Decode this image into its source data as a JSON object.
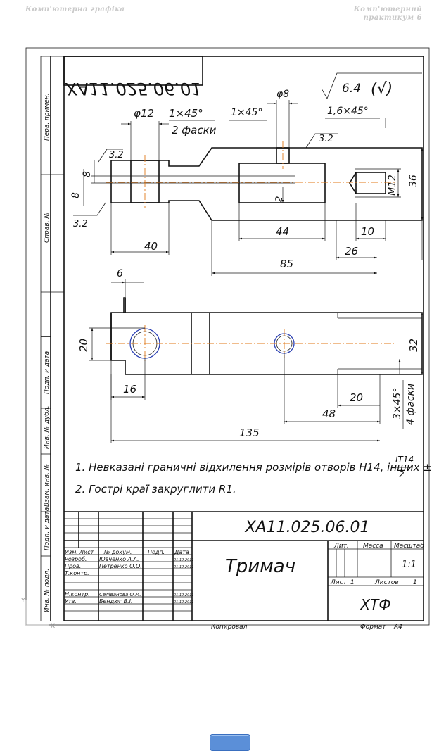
{
  "header": {
    "left": "Комп'ютерна графіка",
    "right_line1": "Комп'ютерний",
    "right_line2": "практикум 6"
  },
  "drawing": {
    "code_mirrored": "ХА11.025.06.01",
    "code": "ХА11.025.06.01",
    "roughness": "6.4",
    "part_name": "Тримач",
    "notes": [
      "1. Невказані граничні відхилення розмірів отворів Н14, інших ±",
      "2. Гострі краї закруглити R1."
    ],
    "note_frac_num": "IT14",
    "note_frac_den": "2",
    "dims": {
      "d12": "φ12",
      "ch1": "1×45°",
      "fask2": "2 фаски",
      "d8": "φ8",
      "ch2": "1×45°",
      "ch3": "1,6×45°",
      "r32a": "3.2",
      "r32b": "3.2",
      "r32c": "3.2",
      "h8a": "8",
      "h8b": "8",
      "m12": "M12",
      "h36": "36",
      "d2": "2",
      "l40": "40",
      "l44": "44",
      "l10": "10",
      "l26": "26",
      "l85": "85",
      "l6": "6",
      "h20": "20",
      "h32": "32",
      "l16": "16",
      "l20": "20",
      "l48": "48",
      "ch4": "3×45°",
      "fask4": "4 фаски",
      "l135": "135"
    },
    "side_labels": [
      "Перв. примен.",
      "Справ. №",
      "Подп. и дата",
      "Инв. № дубл.",
      "Взам. инв. №",
      "Подп. и дата",
      "Инв. № подл."
    ]
  },
  "title_block": {
    "headers": [
      "Изм.",
      "Лист",
      "№ докум.",
      "Подп.",
      "Дата"
    ],
    "rows": [
      {
        "role": "Розроб.",
        "name": "Ювченко А.А.",
        "date": "01.12.2011"
      },
      {
        "role": "Пров.",
        "name": "Петренко О.О.",
        "date": "01.12.2011"
      },
      {
        "role": "Т.контр.",
        "name": "",
        "date": ""
      },
      {
        "role": "Н.контр.",
        "name": "Селіванова О.М.",
        "date": "01.12.2011"
      },
      {
        "role": "Утв.",
        "name": "Бендюг В.І.",
        "date": "01.12.2011"
      }
    ],
    "lit": "Лит.",
    "mass": "Масса",
    "scale": "Масштаб",
    "scale_value": "1:1",
    "sheet": "Лист",
    "sheet_num": "1",
    "sheets": "Листов",
    "sheets_num": "1",
    "org": "ХТФ",
    "copied": "Копировал",
    "format": "Формат",
    "format_value": "А4"
  },
  "ucs": {
    "y": "Y",
    "x": "X"
  }
}
